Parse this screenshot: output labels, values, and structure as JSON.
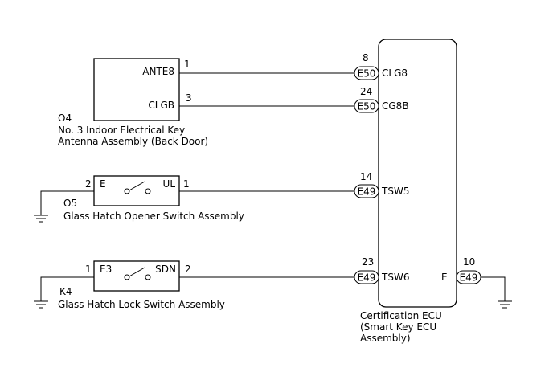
{
  "antenna": {
    "ref": "O4",
    "name_line1": "No. 3 Indoor Electrical Key",
    "name_line2": "Antenna Assembly (Back Door)",
    "pin_ante8_label": "ANTE8",
    "pin_ante8_num": "1",
    "pin_clgb_label": "CLGB",
    "pin_clgb_num": "3"
  },
  "opener_switch": {
    "ref": "O5",
    "name": "Glass Hatch Opener Switch Assembly",
    "left_label": "E",
    "left_num": "2",
    "right_label": "UL",
    "right_num": "1"
  },
  "lock_switch": {
    "ref": "K4",
    "name": "Glass Hatch Lock Switch Assembly",
    "left_label": "E3",
    "left_num": "1",
    "right_label": "SDN",
    "right_num": "2"
  },
  "ecu": {
    "name_line1": "Certification ECU",
    "name_line2": "(Smart Key ECU",
    "name_line3": "Assembly)",
    "pins": [
      {
        "num": "8",
        "connector": "E50",
        "label": "CLG8"
      },
      {
        "num": "24",
        "connector": "E50",
        "label": "CG8B"
      },
      {
        "num": "14",
        "connector": "E49",
        "label": "TSW5"
      },
      {
        "num": "23",
        "connector": "E49",
        "label": "TSW6"
      }
    ],
    "ground_pin": {
      "num": "10",
      "connector": "E49",
      "label": "E"
    }
  }
}
